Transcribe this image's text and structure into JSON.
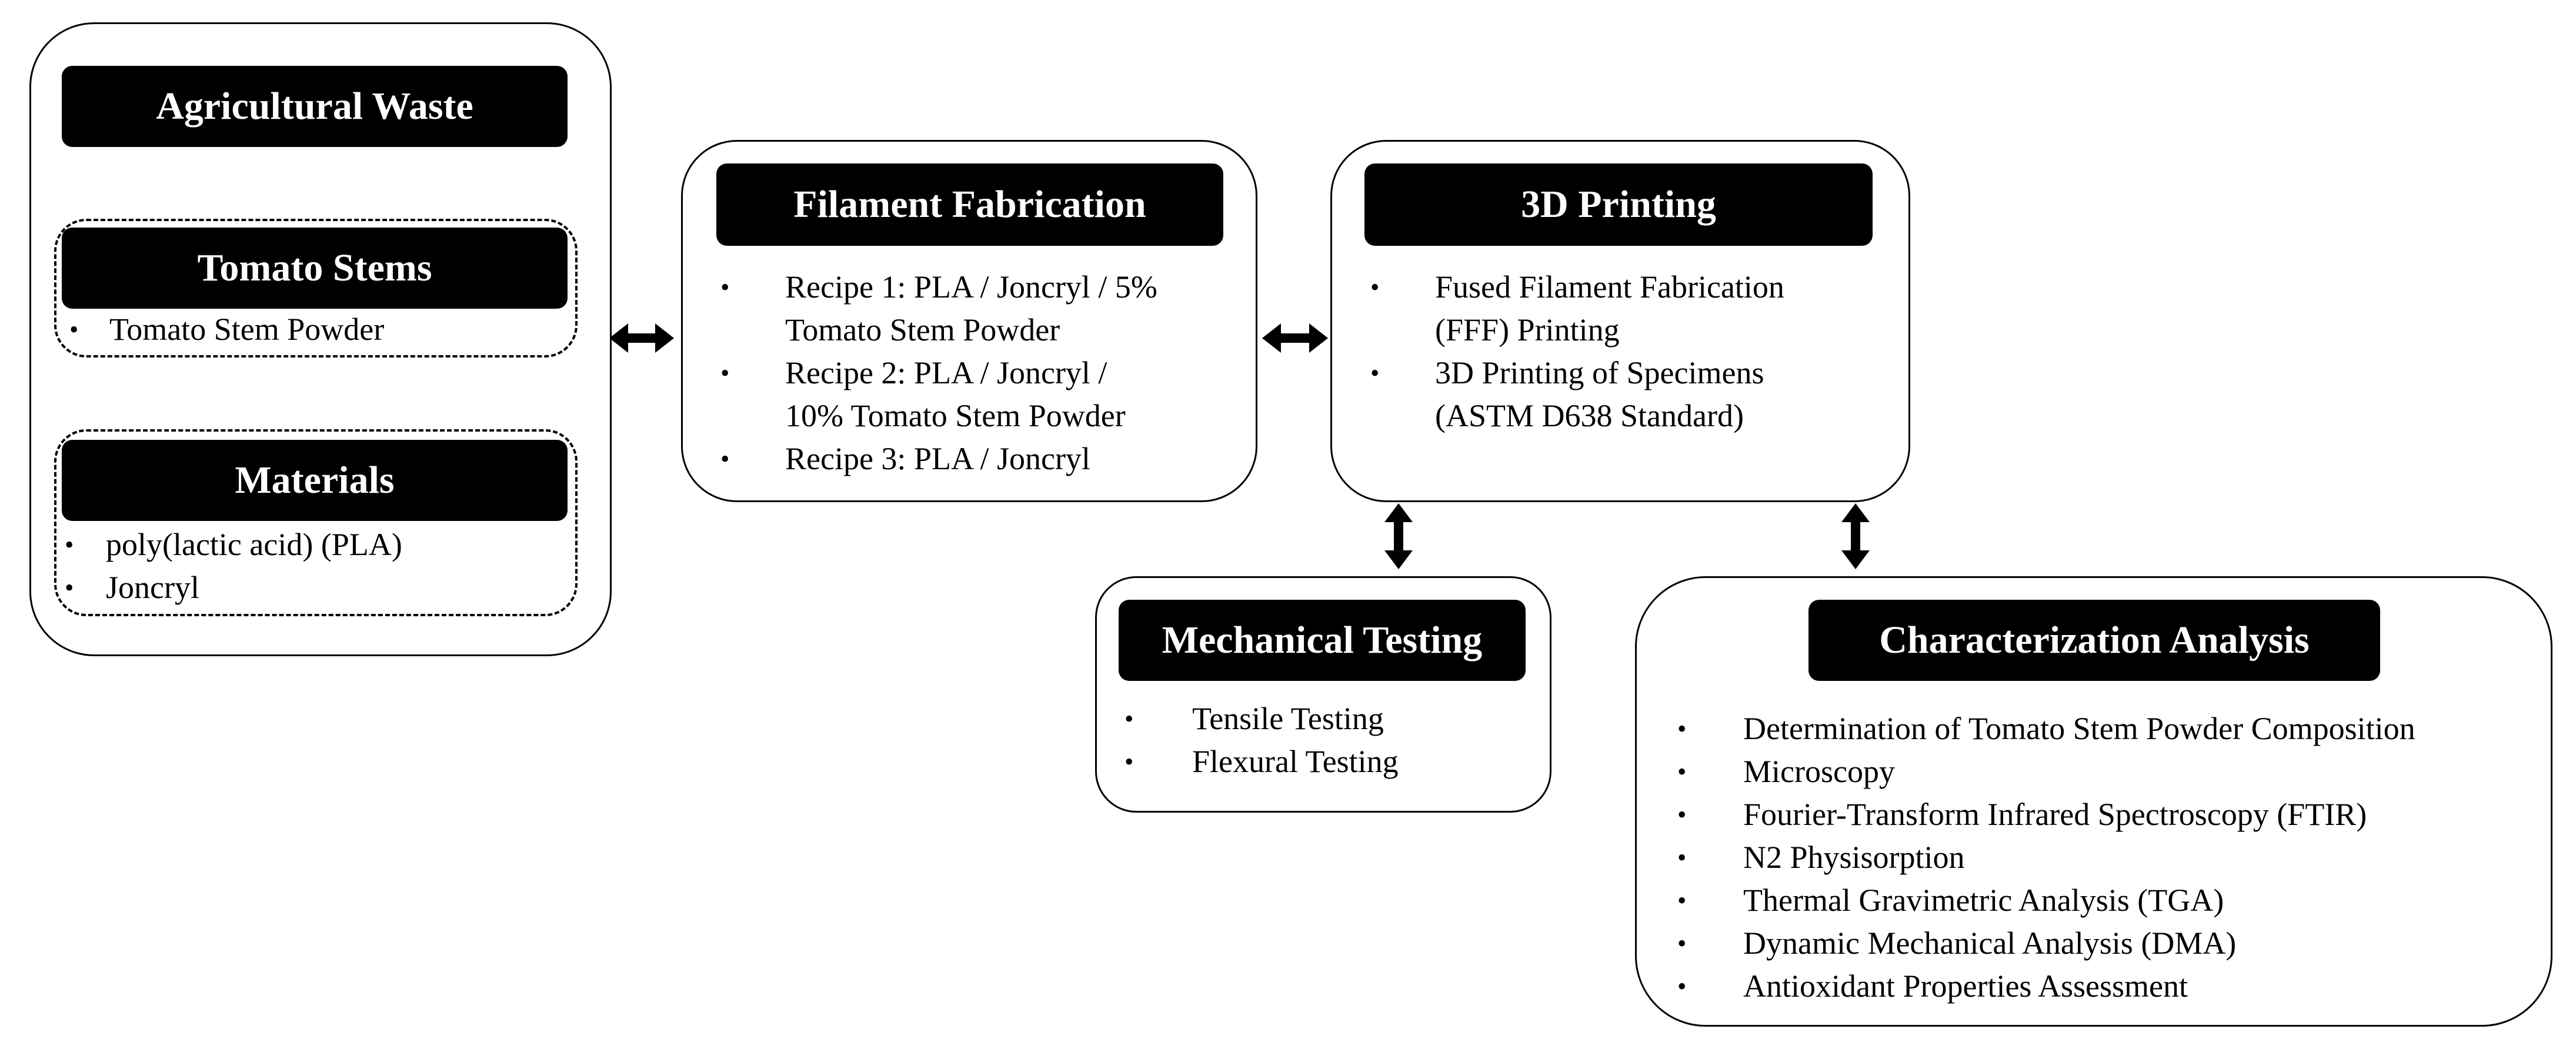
{
  "waste": {
    "title": "Agricultural Waste",
    "stems": {
      "title": "Tomato Stems",
      "items": [
        "Tomato Stem Powder"
      ]
    },
    "materials": {
      "title": "Materials",
      "items": [
        "poly(lactic acid) (PLA)",
        "Joncryl"
      ]
    }
  },
  "filament": {
    "title": "Filament Fabrication",
    "items": [
      [
        "Recipe 1: PLA / Joncryl / 5%",
        "Tomato Stem Powder"
      ],
      [
        "Recipe 2: PLA / Joncryl /",
        "10% Tomato Stem Powder"
      ],
      [
        "Recipe 3: PLA / Joncryl"
      ]
    ]
  },
  "printing": {
    "title": "3D Printing",
    "items": [
      [
        "Fused Filament Fabrication",
        "(FFF) Printing"
      ],
      [
        "3D Printing of Specimens",
        "(ASTM D638 Standard)"
      ]
    ]
  },
  "mechanical": {
    "title": "Mechanical Testing",
    "items": [
      "Tensile Testing",
      "Flexural Testing"
    ]
  },
  "characterization": {
    "title": "Characterization Analysis",
    "items": [
      "Determination of Tomato Stem Powder Composition",
      "Microscopy",
      "Fourier-Transform Infrared Spectroscopy (FTIR)",
      "N2 Physisorption",
      "Thermal Gravimetric Analysis (TGA)",
      "Dynamic Mechanical Analysis (DMA)",
      "Antioxidant Properties Assessment"
    ]
  },
  "bullet": "•"
}
